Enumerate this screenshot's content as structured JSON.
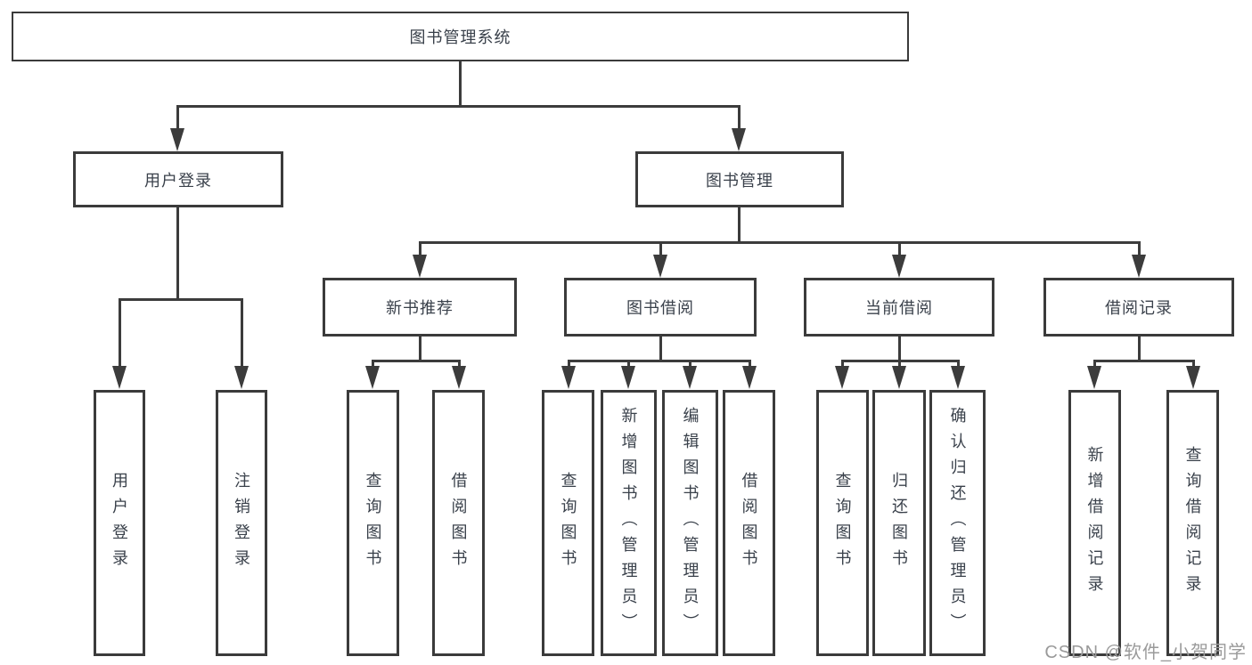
{
  "diagram": {
    "title": "图书管理系统",
    "colors": {
      "background": "#ffffff",
      "line": "#3c3c3c",
      "box_border": "#3b3b3b",
      "text": "#3a414b",
      "watermark_text": "#9a9a9a"
    },
    "root": {
      "label": "图书管理系统"
    },
    "level2": [
      {
        "label": "用户登录"
      },
      {
        "label": "图书管理"
      }
    ],
    "level3": [
      {
        "label": "新书推荐",
        "parent": "图书管理"
      },
      {
        "label": "图书借阅",
        "parent": "图书管理"
      },
      {
        "label": "当前借阅",
        "parent": "图书管理"
      },
      {
        "label": "借阅记录",
        "parent": "图书管理"
      }
    ],
    "leaves": [
      {
        "label": "用户登录",
        "parent": "用户登录"
      },
      {
        "label": "注销登录",
        "parent": "用户登录"
      },
      {
        "label": "查询图书",
        "parent": "新书推荐"
      },
      {
        "label": "借阅图书",
        "parent": "新书推荐"
      },
      {
        "label": "查询图书",
        "parent": "图书借阅"
      },
      {
        "label": "新增图书（管理员）",
        "parent": "图书借阅"
      },
      {
        "label": "编辑图书（管理员）",
        "parent": "图书借阅"
      },
      {
        "label": "借阅图书",
        "parent": "图书借阅"
      },
      {
        "label": "查询图书",
        "parent": "当前借阅"
      },
      {
        "label": "归还图书",
        "parent": "当前借阅"
      },
      {
        "label": "确认归还（管理员）",
        "parent": "当前借阅"
      },
      {
        "label": "新增借阅记录",
        "parent": "借阅记录"
      },
      {
        "label": "查询借阅记录",
        "parent": "借阅记录"
      }
    ],
    "watermark": "CSDN @软件_小贺同学"
  }
}
